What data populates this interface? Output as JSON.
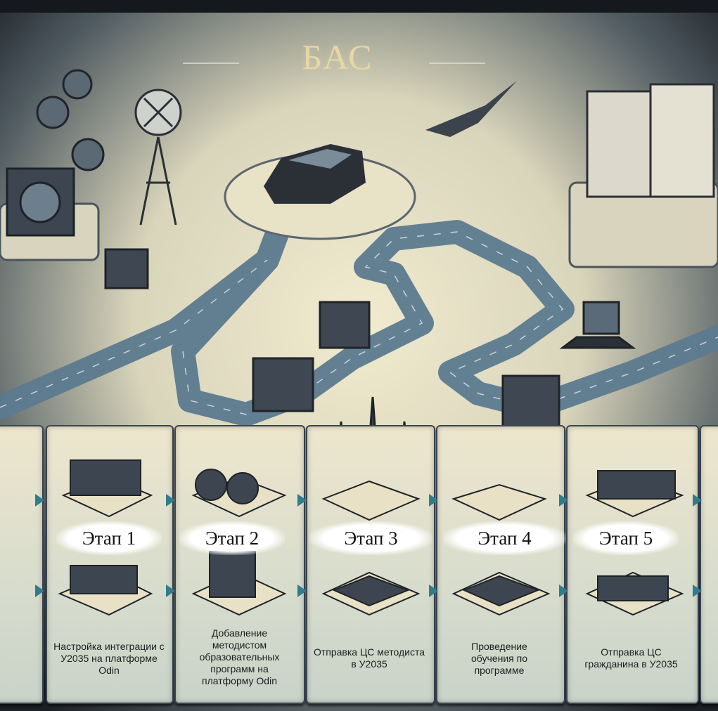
{
  "title": "БАС",
  "stages": [
    {
      "label": "Этап 1",
      "description": "Настройка интеграции с У2035 на платформе Odin"
    },
    {
      "label": "Этап 2",
      "description": "Добавление методистом образовательных программ на платформу Odin"
    },
    {
      "label": "Этап 3",
      "description": "Отправка ЦС методиста в У2035"
    },
    {
      "label": "Этап 4",
      "description": "Проведение обучения по программе"
    },
    {
      "label": "Этап 5",
      "description": "Отправка ЦС гражданина в У2035"
    }
  ],
  "colors": {
    "title": "#e7d7a6",
    "road": "#5c7a8f",
    "ground": "#e6dfc2",
    "accent": "#2f7d8c"
  }
}
